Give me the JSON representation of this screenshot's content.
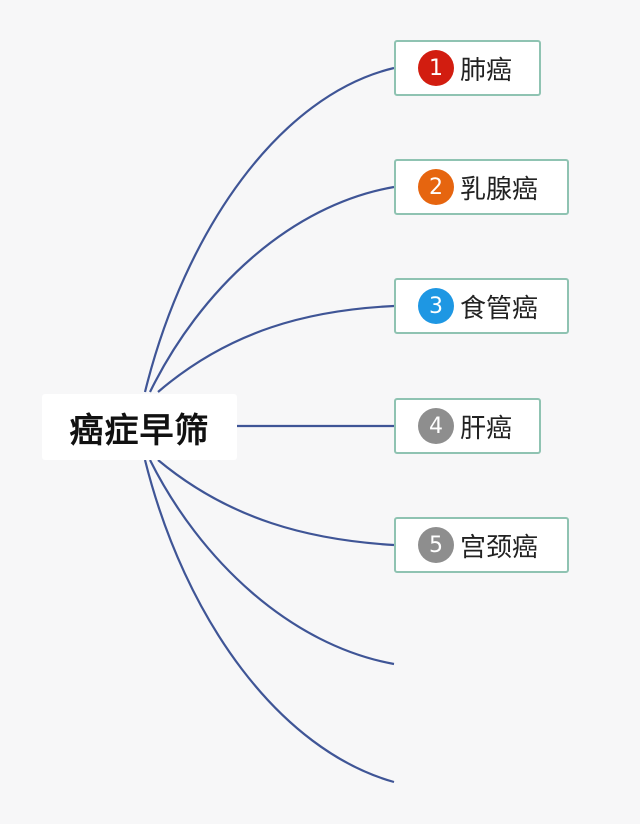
{
  "root": {
    "label": "癌症早筛"
  },
  "branches": [
    {
      "number": "1",
      "label": "肺癌",
      "badge_color": "#d21d10"
    },
    {
      "number": "2",
      "label": "乳腺癌",
      "badge_color": "#e6650f"
    },
    {
      "number": "3",
      "label": "食管癌",
      "badge_color": "#1e97e3"
    },
    {
      "number": "4",
      "label": "肝癌",
      "badge_color": "#8e8e8e"
    },
    {
      "number": "5",
      "label": "宫颈癌",
      "badge_color": "#8e8e8e"
    }
  ],
  "colors": {
    "connector": "#3f5596",
    "node_border": "#8fc3b2",
    "background": "#f7f7f8"
  }
}
